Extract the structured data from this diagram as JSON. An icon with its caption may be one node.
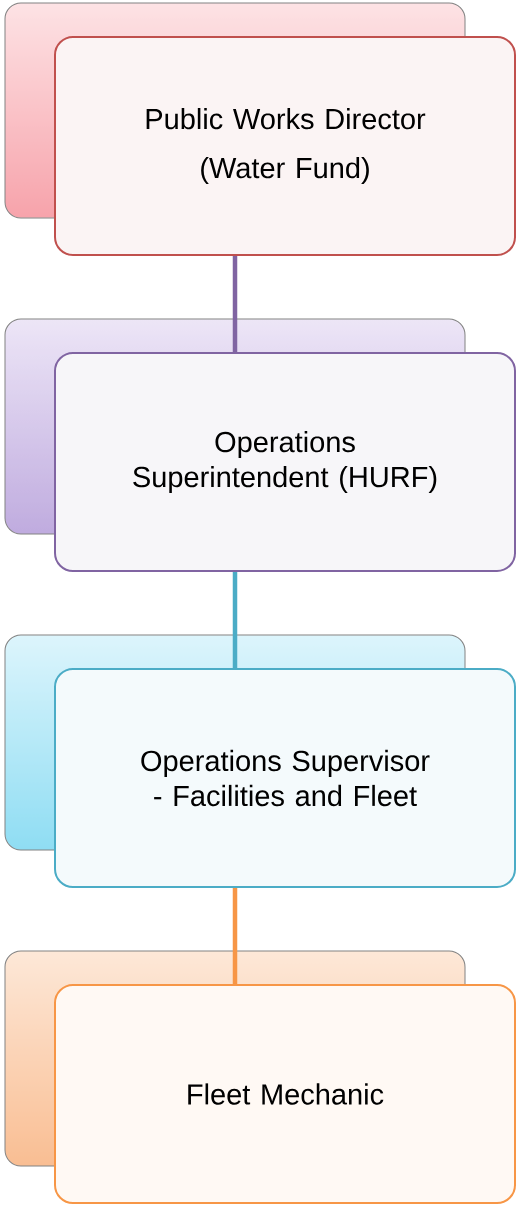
{
  "diagram": {
    "nodes": [
      {
        "text": [
          "Public Works Director",
          "(Water Fund)"
        ]
      },
      {
        "text": [
          "Operations Superintendent (HURF)"
        ]
      },
      {
        "text": [
          "Operations Supervisor - Facilities and Fleet"
        ]
      },
      {
        "text": [
          "Fleet Mechanic"
        ]
      }
    ],
    "edges": [
      {
        "from": 0,
        "to": 1,
        "arrow": "none",
        "color": "#8064a2"
      },
      {
        "from": 1,
        "to": 2,
        "arrow": "none",
        "color": "#4bacc6"
      },
      {
        "from": 2,
        "to": 3,
        "arrow": "none",
        "color": "#f79646"
      }
    ]
  }
}
